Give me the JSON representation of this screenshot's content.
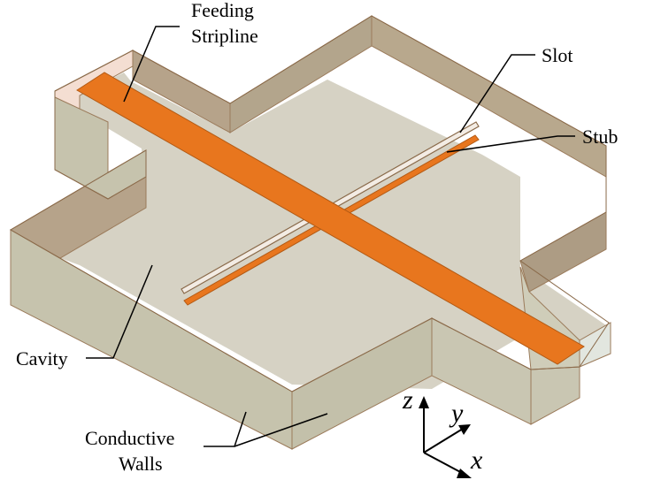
{
  "labels": {
    "feeding_line1": "Feeding",
    "feeding_line2": "Stripline",
    "slot": "Slot",
    "stub": "Stub",
    "cavity": "Cavity",
    "walls_line1": "Conductive",
    "walls_line2": "Walls"
  },
  "axes": {
    "z": "z",
    "y": "y",
    "x": "x"
  },
  "colors": {
    "stripline": "#e8761e",
    "floor": "#d6d2c4",
    "wall_front_left": "#c9c6b2",
    "wall_front_right": "#c0bda8",
    "wall_inner": "#b6a38a",
    "edge": "#8a6a4a"
  }
}
